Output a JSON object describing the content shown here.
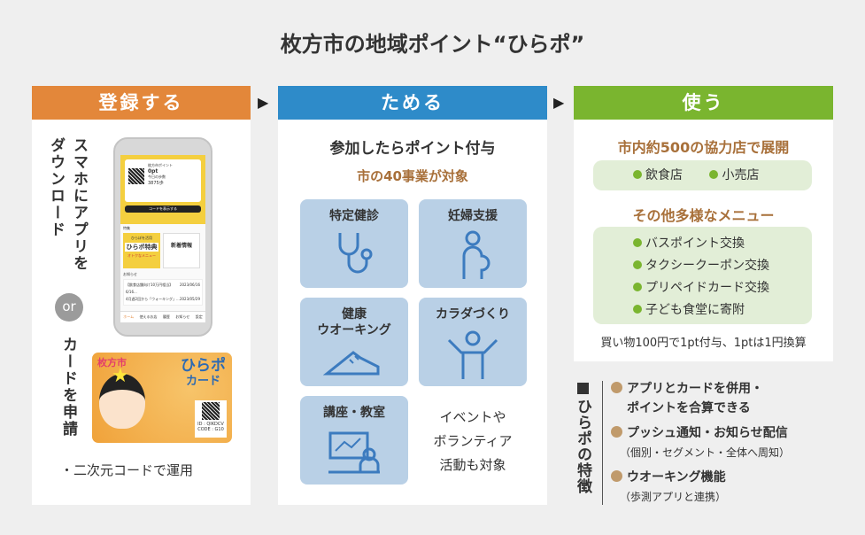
{
  "title": "枚方市の地域ポイント“ひらポ”",
  "arrow": "▶",
  "col1": {
    "header": "登録する",
    "step1_line1": "スマホにアプリを",
    "step1_line2": "ダウンロード",
    "or": "or",
    "step2": "カードを申請",
    "note": "・二次元コードで運用",
    "phone": {
      "points_label": "枚方市ポイント",
      "points": "0pt",
      "steps_label": "今日の歩数",
      "steps": "3875歩",
      "code_button": "コードを表示する",
      "special": "特集",
      "promo1_a": "ひらぽを活用",
      "promo1_b": "ひらポ特典",
      "promo1_c": "オトクなメニュー",
      "promo2_a": "新着情報",
      "news_label": "お知らせ",
      "news1": "【飲食店舗向け10万円相当】6/16...",
      "news1_date": "2023/06/16",
      "news2": "4月週2回から「ウォーキング」...",
      "news2_date": "2023/05/29",
      "nav": [
        "ホーム",
        "使えるお店",
        "履歴",
        "お知らせ",
        "設定"
      ]
    },
    "card": {
      "city": "枚方市",
      "logo_line1": "ひらポ",
      "logo_line2": "カード",
      "id": "ID : QIKDCV",
      "code": "CODE : G10"
    }
  },
  "col2": {
    "header": "ためる",
    "headline": "参加したらポイント付与",
    "sub": "市の40事業が対象",
    "tiles": [
      {
        "label": "特定健診",
        "icon": "stethoscope-icon"
      },
      {
        "label": "妊婦支援",
        "icon": "pregnant-icon"
      },
      {
        "label": "健康\nウオーキング",
        "icon": "shoe-icon"
      },
      {
        "label": "カラダづくり",
        "icon": "exercise-icon"
      },
      {
        "label": "講座・教室",
        "icon": "lecture-icon"
      }
    ],
    "extra": [
      "イベントや",
      "ボランティア",
      "活動も対象"
    ]
  },
  "col3": {
    "header": "使う",
    "headline1": "市内約500の協力店で展開",
    "shops": [
      "飲食店",
      "小売店"
    ],
    "headline2": "その他多様なメニュー",
    "menu": [
      "バスポイント交換",
      "タクシークーポン交換",
      "プリペイドカード交換",
      "子ども食堂に寄附"
    ],
    "note": "買い物100円で1pt付与、1ptは1円換算"
  },
  "features": {
    "label": "ひらポの特徴",
    "items": [
      {
        "title": "アプリとカードを併用・",
        "title2": "ポイントを合算できる"
      },
      {
        "title": "プッシュ通知・お知らせ配信",
        "sub": "（個別・セグメント・全体へ周知）"
      },
      {
        "title": "ウオーキング機能",
        "sub": "（歩測アプリと連携）"
      }
    ]
  },
  "colors": {
    "orange": "#e3873a",
    "blue": "#2e8bc9",
    "green": "#7ab52f",
    "brown": "#a8703a",
    "tile": "#b9d0e6"
  }
}
